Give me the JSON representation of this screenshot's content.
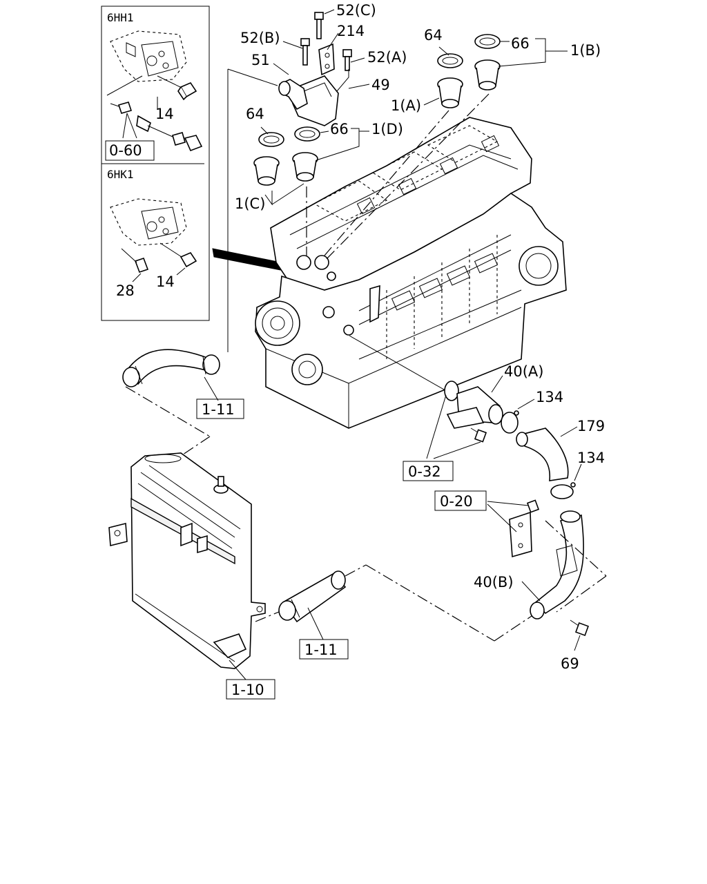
{
  "inset": {
    "top_title": "6HH1",
    "bottom_title": "6HK1",
    "top_ref": "0-60",
    "top_part": "14",
    "bottom_part_a": "28",
    "bottom_part_b": "14"
  },
  "callouts": {
    "p52c": "52(C)",
    "p214": "214",
    "p52b": "52(B)",
    "p52a": "52(A)",
    "p51": "51",
    "p49": "49",
    "p64_top": "64",
    "p66_top": "66",
    "p1b": "1(B)",
    "p1a": "1(A)",
    "p64_mid": "64",
    "p66_mid": "66",
    "p1d": "1(D)",
    "p1c": "1(C)",
    "p40a": "40(A)",
    "p134_a": "134",
    "p179": "179",
    "p134_b": "134",
    "p40b": "40(B)",
    "p69": "69"
  },
  "ref_boxes": {
    "hose_upper": "1-11",
    "outlet": "0-32",
    "bracket": "0-20",
    "hose_lower": "1-11",
    "radiator": "1-10"
  }
}
